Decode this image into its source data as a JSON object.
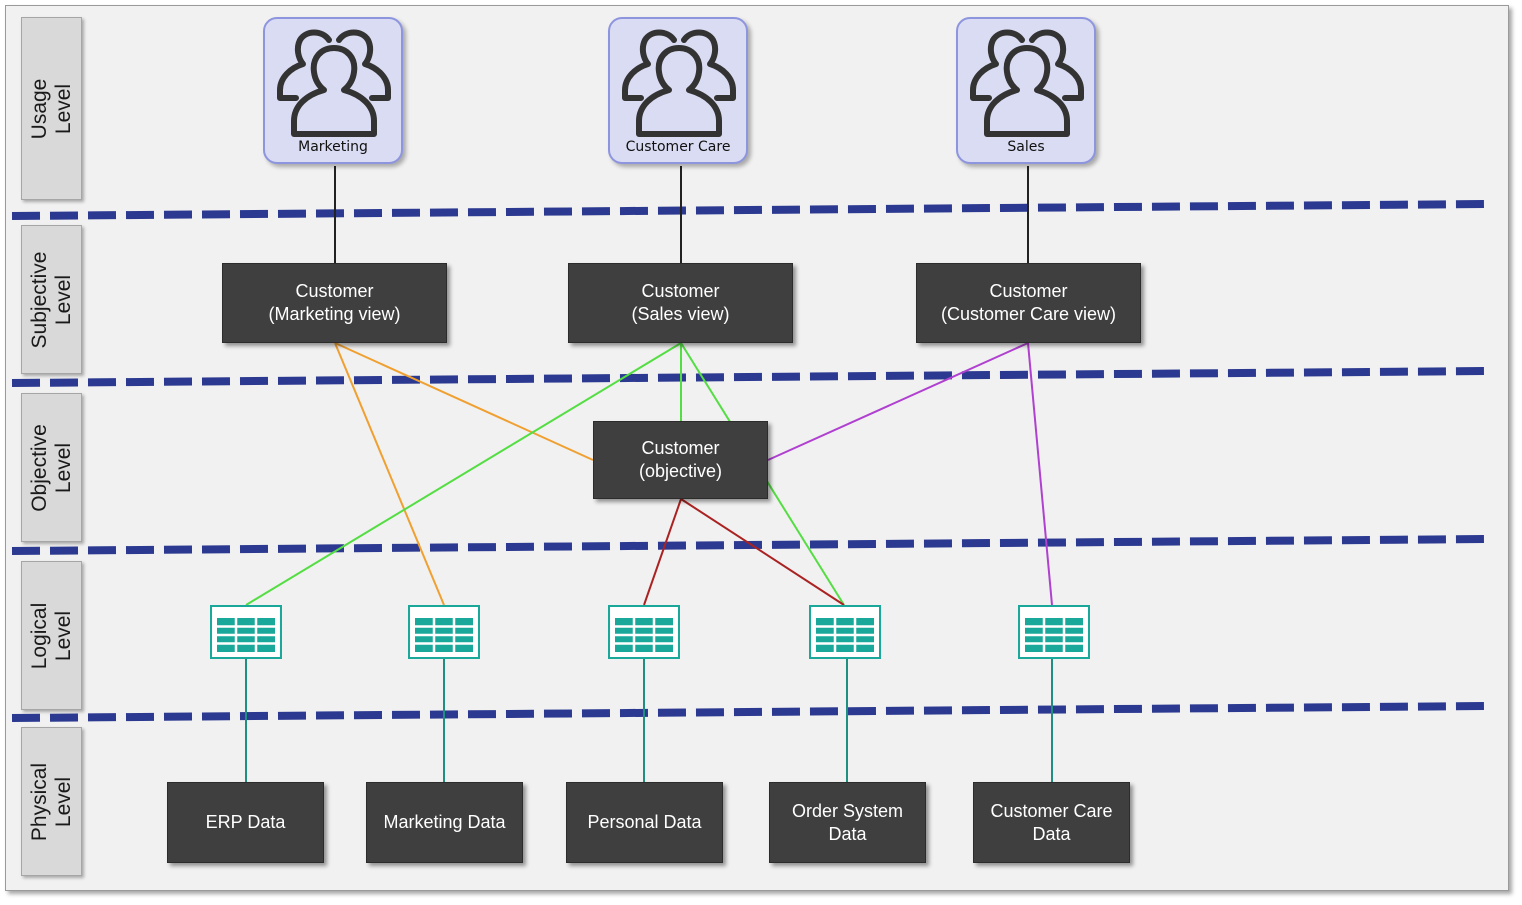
{
  "levels": [
    {
      "id": "usage",
      "label": "Usage\nLevel"
    },
    {
      "id": "subjective",
      "label": "Subjective\nLevel"
    },
    {
      "id": "objective",
      "label": "Objective\nLevel"
    },
    {
      "id": "logical",
      "label": "Logical\nLevel"
    },
    {
      "id": "physical",
      "label": "Physical\nLevel"
    }
  ],
  "usage": [
    {
      "id": "marketing",
      "label": "Marketing",
      "icon": "user-group-icon"
    },
    {
      "id": "customer-care",
      "label": "Customer Care",
      "icon": "user-group-icon"
    },
    {
      "id": "sales",
      "label": "Sales",
      "icon": "user-group-icon"
    }
  ],
  "subjective": [
    {
      "id": "marketing-view",
      "label": "Customer\n(Marketing view)"
    },
    {
      "id": "sales-view",
      "label": "Customer\n(Sales view)"
    },
    {
      "id": "care-view",
      "label": "Customer\n(Customer Care view)"
    }
  ],
  "objective": {
    "id": "customer-objective",
    "label": "Customer\n(objective)"
  },
  "logical": [
    {
      "id": "table-erp",
      "icon": "table-icon"
    },
    {
      "id": "table-marketing",
      "icon": "table-icon"
    },
    {
      "id": "table-personal",
      "icon": "table-icon"
    },
    {
      "id": "table-order",
      "icon": "table-icon"
    },
    {
      "id": "table-care",
      "icon": "table-icon"
    }
  ],
  "physical": [
    {
      "id": "erp-data",
      "label": "ERP Data"
    },
    {
      "id": "marketing-data",
      "label": "Marketing Data"
    },
    {
      "id": "personal-data",
      "label": "Personal Data"
    },
    {
      "id": "order-system-data",
      "label": "Order System\nData"
    },
    {
      "id": "customer-care-data",
      "label": "Customer Care\nData"
    }
  ],
  "colors": {
    "level_divider": "#2b3990",
    "usage_link": "#222222",
    "marketing_links": "#f0a030",
    "sales_links": "#55dd44",
    "care_links": "#b040d0",
    "objective_links": "#aa2222",
    "physical_links": "#1f8f80",
    "table_icon": "#1aa89a"
  }
}
